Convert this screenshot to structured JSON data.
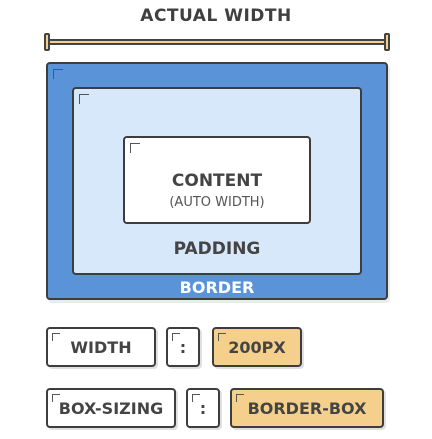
{
  "diagram": {
    "title": "ACTUAL WIDTH",
    "content_label": "CONTENT",
    "content_sublabel": "(AUTO WIDTH)",
    "padding_label": "PADDING",
    "border_label": "BORDER"
  },
  "rules": [
    {
      "property": "WIDTH",
      "separator": ":",
      "value": "200PX"
    },
    {
      "property": "BOX-SIZING",
      "separator": ":",
      "value": "BORDER-BOX"
    }
  ],
  "colors": {
    "border": "#5a93d8",
    "padding": "#d8e8fb",
    "content": "#ffffff",
    "accent": "#f5d08c",
    "outline": "#3d3d3d"
  }
}
